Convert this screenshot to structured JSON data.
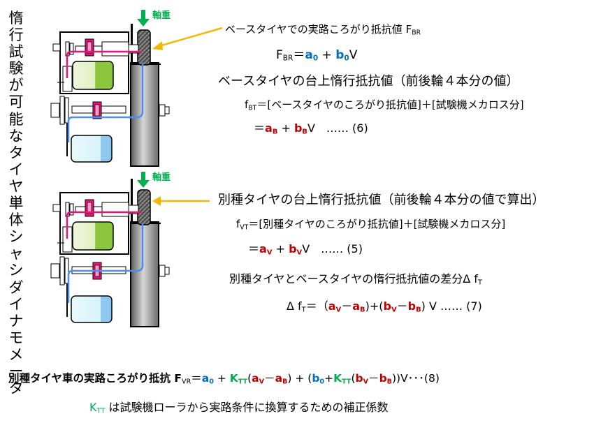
{
  "vertical_title": "惰行試験が可能なタイヤ単体シャシダイナモメータ",
  "load_label_top": "軸重",
  "load_label_bottom": "軸重",
  "base_title_label": "ベースタイヤでの実路ころがり抵抗値 F",
  "base_title_sub": "BR",
  "fbr": {
    "lhs": "F",
    "lhs_sub": "BR",
    "eq": "＝",
    "a": "a",
    "a_sub": "0",
    "plus": " + ",
    "b": "b",
    "b_sub": "0",
    "v": "V"
  },
  "base_bench_heading": "ベースタイヤの台上惰行抵抗値（前後輪４本分の値）",
  "fbt": {
    "lhs": "f",
    "lhs_sub": "BT",
    "rhs": "＝[ベースタイヤのころがり抵抗値]＋[試験機メカロス分]"
  },
  "eq6": {
    "eq": "＝",
    "a": "a",
    "a_sub": "B",
    "plus": " + ",
    "b": "b",
    "b_sub": "B",
    "v": "V",
    "tail": "　‥‥‥ (6)"
  },
  "other_bench_heading": "別種タイヤの台上惰行抵抗値（前後輪４本分の値で算出）",
  "fvt": {
    "lhs": "f",
    "lhs_sub": "VT",
    "rhs": "＝[別種タイヤのころがり抵抗値]＋[試験機メカロス分]"
  },
  "eq5": {
    "eq": "＝",
    "a": "a",
    "a_sub": "V",
    "plus": " + ",
    "b": "b",
    "b_sub": "V",
    "v": "V",
    "tail": "　‥‥‥ (5)"
  },
  "diff_heading": "別種タイヤとベースタイヤの惰行抵抗値の差分Δ f",
  "diff_heading_sub": "T",
  "eq7": {
    "lhs": "Δ f",
    "lhs_sub": "T",
    "eq": "＝（",
    "a1": "a",
    "a1_sub": "V",
    "minus": "－",
    "a2": "a",
    "a2_sub": "B",
    "mid": ")+(",
    "b1": "b",
    "b1_sub": "V",
    "b2": "b",
    "b2_sub": "B",
    "tail": ") V ‥‥‥ (7)"
  },
  "eq8": {
    "label": "別種タイヤ車の実路ころがり抵抗 F",
    "label_sub": "VR",
    "eq": "＝",
    "a0": "a",
    "a0_sub": "0",
    "plus1": " + ",
    "k1": "K",
    "k1_sub": "TT",
    "open1": "(",
    "av": "a",
    "av_sub": "V",
    "minus": "－",
    "ab": "a",
    "ab_sub": "B",
    "close1": ") + (",
    "b0": "b",
    "b0_sub": "0",
    "plus2": "+",
    "k2": "K",
    "k2_sub": "TT",
    "open2": "(",
    "bv": "b",
    "bv_sub": "V",
    "bb": "b",
    "bb_sub": "B",
    "tail": "))V･･･(8)"
  },
  "ktt_note": {
    "k": "K",
    "k_sub": "TT",
    "text": " は試験機ローラから実路条件に換算するための補正係数"
  },
  "colors": {
    "red": "#c00000",
    "blue": "#0070c0",
    "green": "#00b050",
    "pink": "#e8127a",
    "arrow_yellow": "#f5b800"
  }
}
